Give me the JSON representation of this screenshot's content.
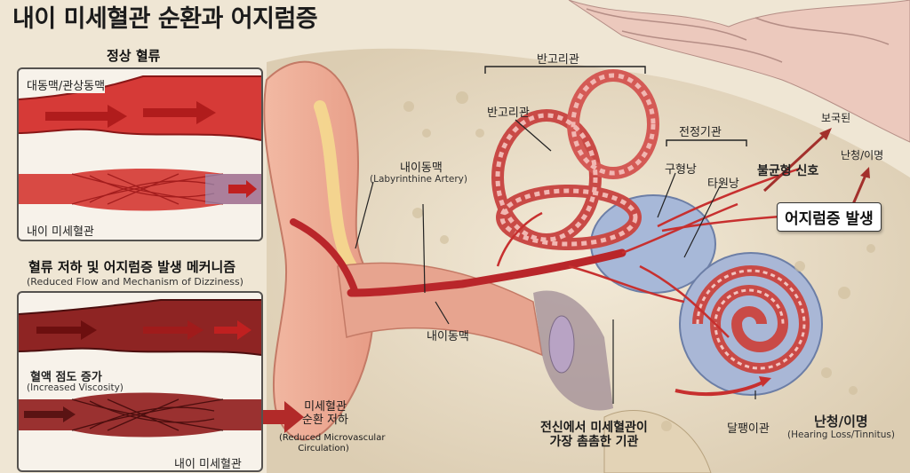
{
  "title": "내이 미세혈관 순환과 어지럼증",
  "left": {
    "normal_heading": "정상 혈류",
    "aorta_label": "대동맥/관상동맥",
    "inner_micro_label": "내이 미세혈관",
    "mechanism_heading": "혈류 저하 및 어지럼증 발생 메커니즘",
    "mechanism_sub": "(Reduced Flow and Mechanism of Dizziness)",
    "viscosity_label": "혈액 점도 증가",
    "viscosity_sub": "(Increased Viscosity)",
    "inner_micro_label2": "내이 미세혈관"
  },
  "arrow": {
    "label_line1": "미세혈관",
    "label_line2": "순환 저하",
    "sub_line1": "(Reduced Microvascular",
    "sub_line2": "Circulation)"
  },
  "ear": {
    "labyrinthine_artery": "내이동맥",
    "labyrinthine_artery_en": "(Labyrinthine Artery)",
    "inner_artery": "내이동맥",
    "semicircular_bracket": "반고리관",
    "semicircular": "반고리관",
    "vestibule_bracket": "전정기관",
    "utricle": "구형낭",
    "saccule": "타원낭",
    "abnormal_signal": "불균형 신호",
    "dizziness": "어지럼증 발생",
    "compensation": "보국된",
    "hearing_top": "난청/이명",
    "cochlea": "달팽이관",
    "hearing_loss": "난청/이명",
    "hearing_loss_en": "(Hearing Loss/Tinnitus)",
    "densest_line1": "전신에서 미세혈관이",
    "densest_line2": "가장 촘촘한 기관"
  }
}
